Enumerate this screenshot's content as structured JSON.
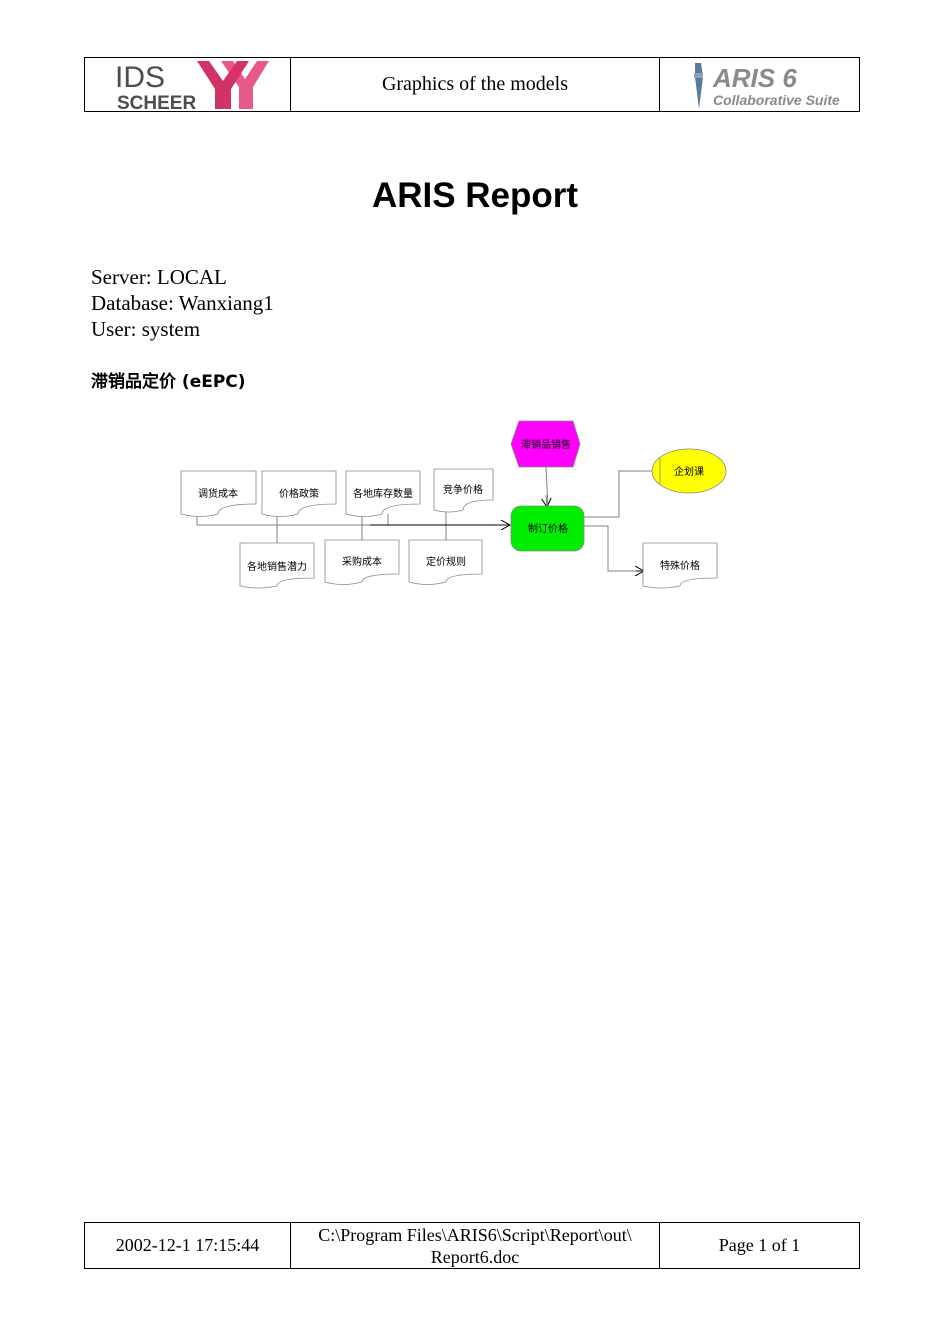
{
  "header": {
    "logo_left": {
      "top": "IDS",
      "bottom": "SCHEER"
    },
    "title": "Graphics of the models",
    "logo_right": {
      "top": "ARIS 6",
      "bottom": "Collaborative Suite"
    }
  },
  "document": {
    "title": "ARIS Report",
    "server": "Server: LOCAL",
    "database": "Database: Wanxiang1",
    "user": "User: system",
    "model_title": "滞销品定价 (eEPC)"
  },
  "diagram": {
    "nodes": {
      "event_top": "滞销品销售",
      "org_unit": "企划课",
      "function": "制订价格",
      "doc_1": "调货成本",
      "doc_2": "价格政策",
      "doc_3": "各地库存数量",
      "doc_4": "竞争价格",
      "doc_5": "各地销售潜力",
      "doc_6": "采购成本",
      "doc_7": "定价规则",
      "doc_out": "特殊价格"
    },
    "colors": {
      "event": "#ff00ff",
      "function": "#00ff00",
      "org_unit": "#ffff00"
    }
  },
  "footer": {
    "timestamp": "2002-12-1 17:15:44",
    "path_line1": "C:\\Program Files\\ARIS6\\Script\\Report\\out\\",
    "path_line2": "Report6.doc",
    "page": "Page 1  of 1"
  }
}
